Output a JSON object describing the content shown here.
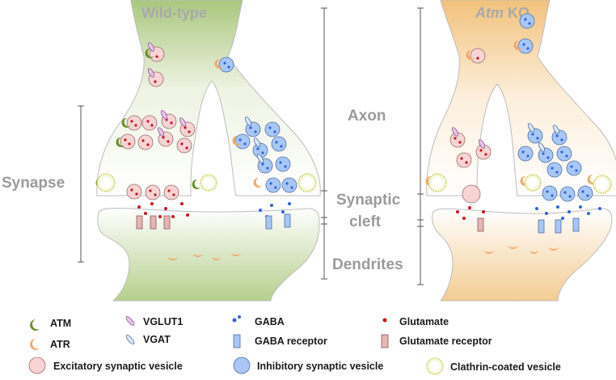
{
  "titles": {
    "left": "Wild-type",
    "right_italic": "Atm",
    "right_suffix": " KO"
  },
  "labels": {
    "synapse": "Synapse",
    "axon": "Axon",
    "cleft_line1": "Synaptic",
    "cleft_line2": "cleft",
    "dendrites": "Dendrites"
  },
  "legend": {
    "atm": "ATM",
    "atr": "ATR",
    "vglut1": "VGLUT1",
    "vgat": "VGAT",
    "gaba": "GABA",
    "gaba_receptor": "GABA receptor",
    "glutamate": "Glutamate",
    "glutamate_receptor": "Glutamate receptor",
    "excitatory_vesicle": "Excitatory synaptic vesicle",
    "inhibitory_vesicle": "Inhibitory synaptic vesicle",
    "clathrin_vesicle": "Clathrin-coated vesicle"
  },
  "colors": {
    "wt_fill": "#a9c77e",
    "ko_fill": "#f2c27c",
    "excitatory": "#f8d4d4",
    "inhibitory": "#a9c7f5",
    "atm": "#6b8f2e",
    "atr": "#f0a96b",
    "glutamate": "#c8141e",
    "gaba": "#2f64d8",
    "clathrin": "#d8dc6a"
  }
}
